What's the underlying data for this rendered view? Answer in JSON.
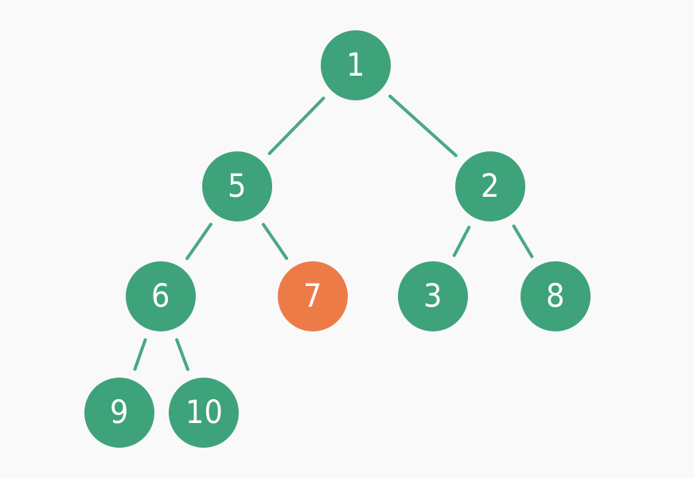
{
  "colors": {
    "background": "#f9f9f9",
    "node_default": "#3ea27b",
    "node_highlight": "#ec7b48",
    "edge": "#4aa883",
    "label": "#ffffff"
  },
  "tree": {
    "nodes": [
      {
        "id": "n1",
        "label": "1",
        "highlighted": false
      },
      {
        "id": "n5",
        "label": "5",
        "highlighted": false
      },
      {
        "id": "n2",
        "label": "2",
        "highlighted": false
      },
      {
        "id": "n6",
        "label": "6",
        "highlighted": false
      },
      {
        "id": "n7",
        "label": "7",
        "highlighted": true
      },
      {
        "id": "n3",
        "label": "3",
        "highlighted": false
      },
      {
        "id": "n8",
        "label": "8",
        "highlighted": false
      },
      {
        "id": "n9",
        "label": "9",
        "highlighted": false
      },
      {
        "id": "n10",
        "label": "10",
        "highlighted": false
      }
    ],
    "edges": [
      {
        "from": "n1",
        "to": "n5"
      },
      {
        "from": "n1",
        "to": "n2"
      },
      {
        "from": "n5",
        "to": "n6"
      },
      {
        "from": "n5",
        "to": "n7"
      },
      {
        "from": "n2",
        "to": "n3"
      },
      {
        "from": "n2",
        "to": "n8"
      },
      {
        "from": "n6",
        "to": "n9"
      },
      {
        "from": "n6",
        "to": "n10"
      }
    ]
  }
}
